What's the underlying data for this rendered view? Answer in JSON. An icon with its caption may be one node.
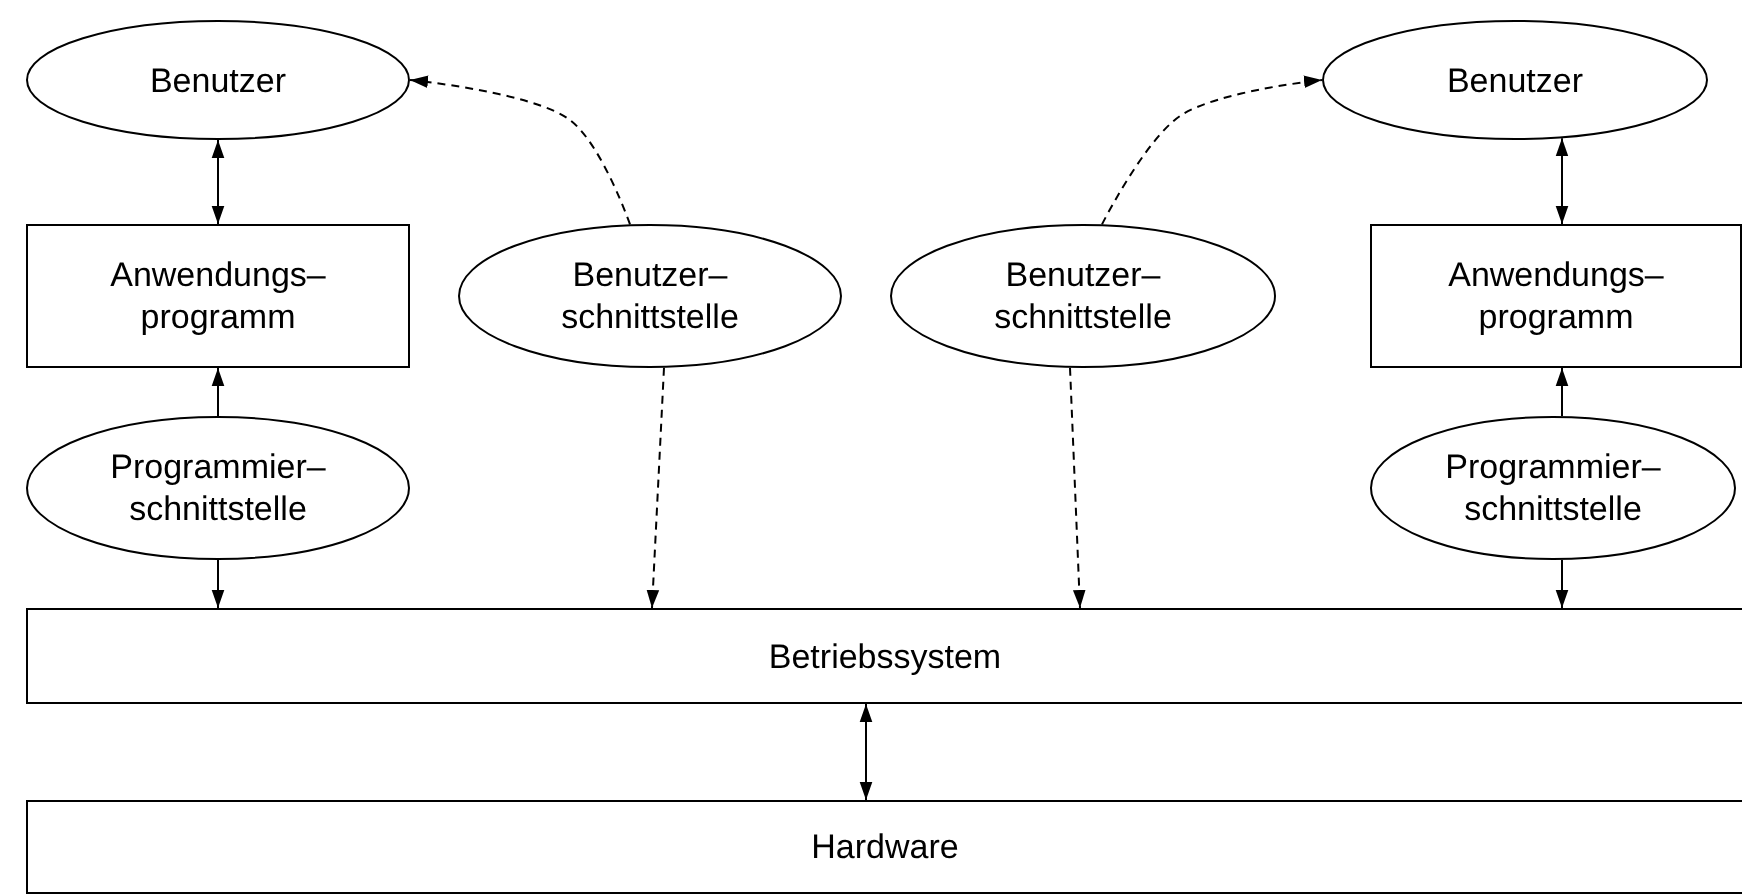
{
  "diagram": {
    "nodes": [
      {
        "text": [
          "Benutzer"
        ]
      },
      {
        "text": [
          "Benutzer"
        ]
      },
      {
        "text": [
          "Anwendungs– programm"
        ]
      },
      {
        "text": [
          "Benutzer– schnittstelle"
        ]
      },
      {
        "text": [
          "Benutzer– schnittstelle"
        ]
      },
      {
        "text": [
          "Anwendungs– programm"
        ]
      },
      {
        "text": [
          "Programmier– schnittstelle"
        ]
      },
      {
        "text": [
          "Programmier– schnittstelle"
        ]
      },
      {
        "text": [
          "Betriebssystem"
        ]
      },
      {
        "text": [
          "Hardware"
        ]
      }
    ],
    "edges": [
      {
        "from": 0,
        "to": 2,
        "arrow": "both"
      },
      {
        "from": 6,
        "to": 2,
        "arrow": "to"
      },
      {
        "from": 6,
        "to": 8,
        "arrow": "to"
      },
      {
        "from": 3,
        "to": 0,
        "arrow": "to",
        "style": "dashed"
      },
      {
        "from": 3,
        "to": 8,
        "arrow": "to",
        "style": "dashed"
      },
      {
        "from": 4,
        "to": 1,
        "arrow": "to",
        "style": "dashed"
      },
      {
        "from": 4,
        "to": 8,
        "arrow": "to",
        "style": "dashed"
      },
      {
        "from": 1,
        "to": 5,
        "arrow": "both"
      },
      {
        "from": 7,
        "to": 5,
        "arrow": "to"
      },
      {
        "from": 7,
        "to": 8,
        "arrow": "to"
      },
      {
        "from": 8,
        "to": 9,
        "arrow": "both"
      }
    ]
  }
}
